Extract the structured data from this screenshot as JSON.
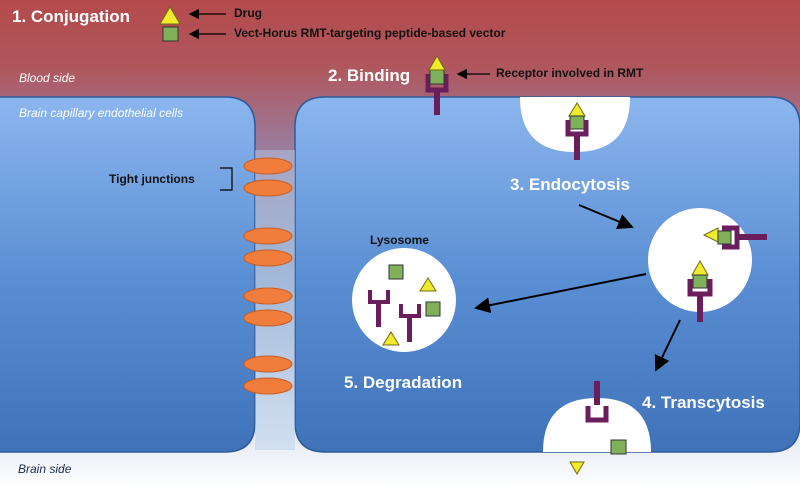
{
  "title": "1. Conjugation",
  "legend": {
    "drug": "Drug",
    "vector": "Vect-Horus RMT-targeting peptide-based vector"
  },
  "regions": {
    "blood_side": "Blood side",
    "endothelial": "Brain capillary endothelial cells",
    "brain_side": "Brain side"
  },
  "steps": {
    "binding": "2. Binding",
    "endocytosis": "3. Endocytosis",
    "transcytosis": "4. Transcytosis",
    "degradation": "5. Degradation"
  },
  "receptor_label": "Receptor involved in RMT",
  "tight_junctions": "Tight junctions",
  "lysosome": "Lysosome",
  "colors": {
    "blood_top": "#b64a4a",
    "cell_blue": "#4f86cc",
    "drug": "#f2ea2c",
    "vector": "#7fb15a",
    "receptor": "#6a1f5c",
    "junction": "#f07d3c"
  }
}
